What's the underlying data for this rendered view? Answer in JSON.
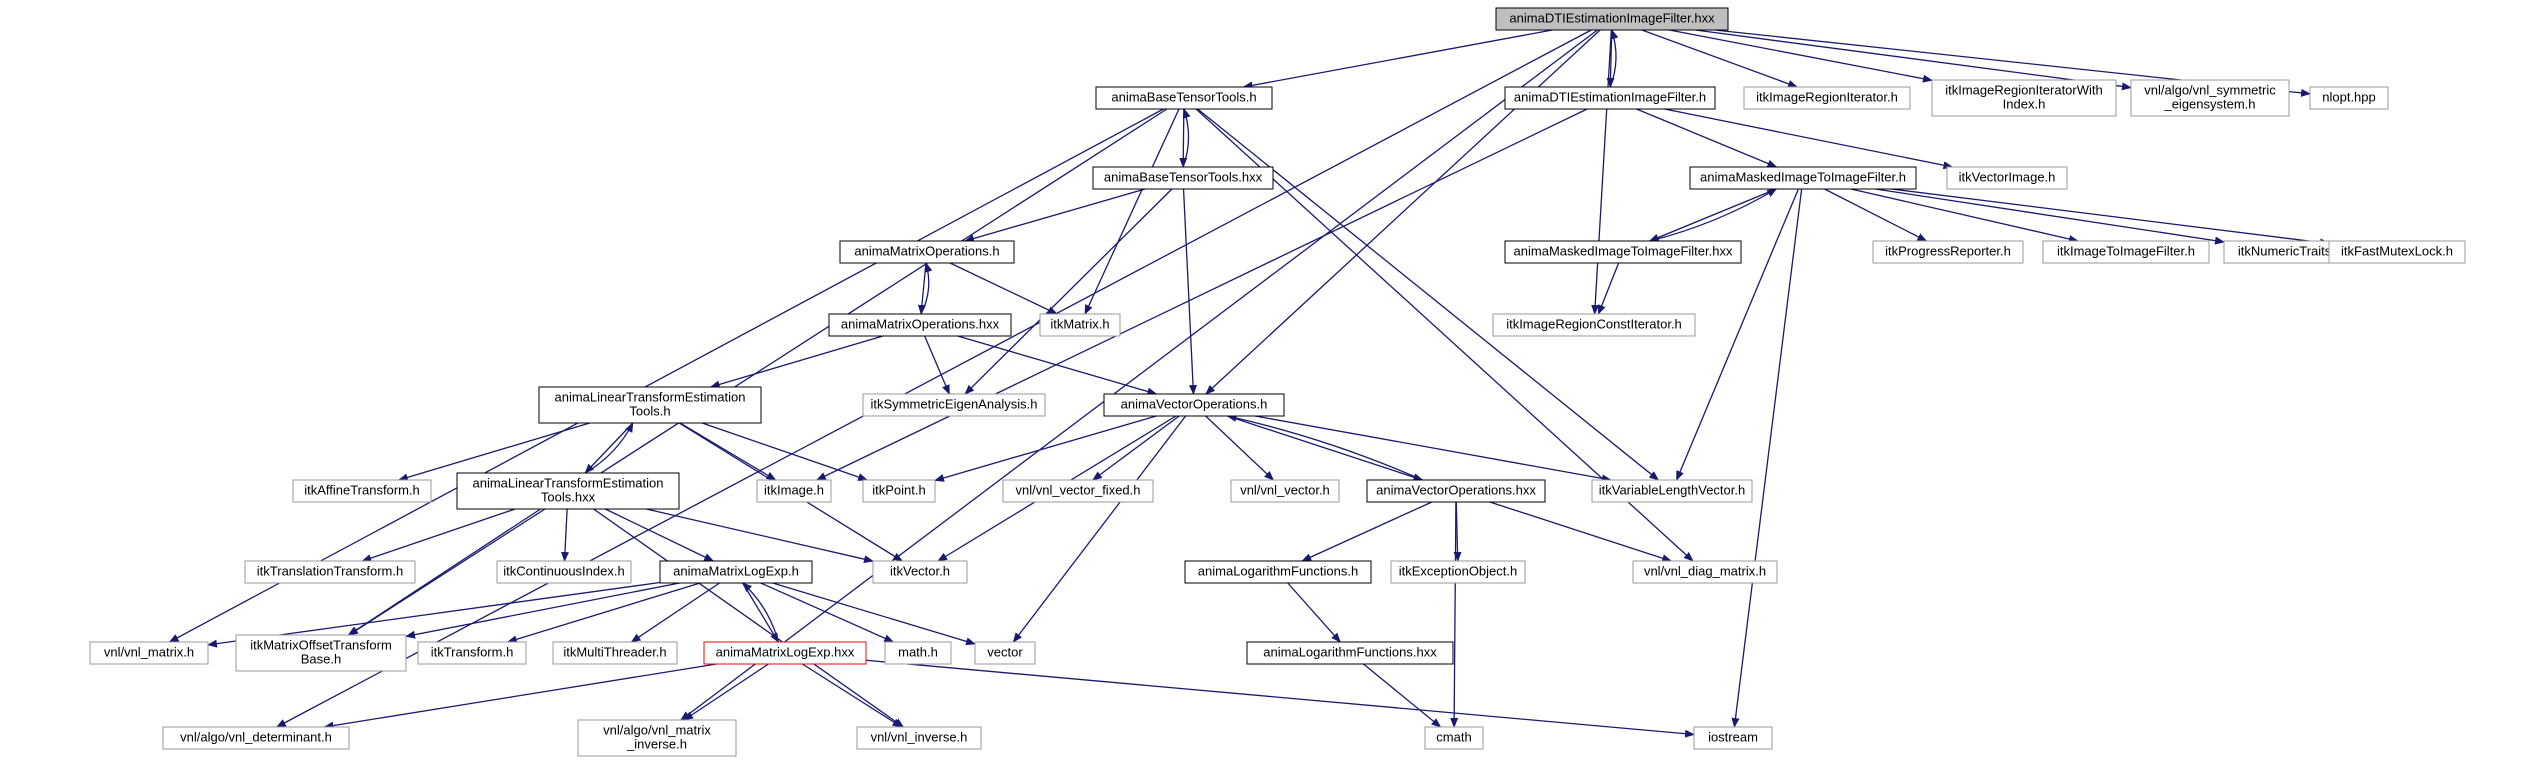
{
  "graph": {
    "nodes": [
      {
        "id": "root",
        "label": [
          "animaDTIEstimationImageFilter.hxx"
        ],
        "style": "current"
      },
      {
        "id": "btt_h",
        "label": [
          "animaBaseTensorTools.h"
        ],
        "style": "doc"
      },
      {
        "id": "dtief_h",
        "label": [
          "animaDTIEstimationImageFilter.h"
        ],
        "style": "doc"
      },
      {
        "id": "itkImageRegionIterator",
        "label": [
          "itkImageRegionIterator.h"
        ],
        "style": "ext"
      },
      {
        "id": "itkImageRegionIteratorWithIndex",
        "label": [
          "itkImageRegionIteratorWith",
          "Index.h"
        ],
        "style": "ext"
      },
      {
        "id": "vnl_symeig",
        "label": [
          "vnl/algo/vnl_symmetric",
          "_eigensystem.h"
        ],
        "style": "ext"
      },
      {
        "id": "nlopt",
        "label": [
          "nlopt.hpp"
        ],
        "style": "ext"
      },
      {
        "id": "btt_hxx",
        "label": [
          "animaBaseTensorTools.hxx"
        ],
        "style": "doc"
      },
      {
        "id": "mitif_h",
        "label": [
          "animaMaskedImageToImageFilter.h"
        ],
        "style": "doc"
      },
      {
        "id": "itkVectorImage",
        "label": [
          "itkVectorImage.h"
        ],
        "style": "ext"
      },
      {
        "id": "mo_h",
        "label": [
          "animaMatrixOperations.h"
        ],
        "style": "doc"
      },
      {
        "id": "mitif_hxx",
        "label": [
          "animaMaskedImageToImageFilter.hxx"
        ],
        "style": "doc"
      },
      {
        "id": "itkProgressReporter",
        "label": [
          "itkProgressReporter.h"
        ],
        "style": "ext"
      },
      {
        "id": "itkImageToImageFilter",
        "label": [
          "itkImageToImageFilter.h"
        ],
        "style": "ext"
      },
      {
        "id": "itkNumericTraits",
        "label": [
          "itkNumericTraits.h"
        ],
        "style": "ext"
      },
      {
        "id": "itkFastMutexLock",
        "label": [
          "itkFastMutexLock.h"
        ],
        "style": "ext"
      },
      {
        "id": "mo_hxx",
        "label": [
          "animaMatrixOperations.hxx"
        ],
        "style": "doc"
      },
      {
        "id": "itkMatrix",
        "label": [
          "itkMatrix.h"
        ],
        "style": "ext"
      },
      {
        "id": "itkImageRegionConstIterator",
        "label": [
          "itkImageRegionConstIterator.h"
        ],
        "style": "ext"
      },
      {
        "id": "ltet_h",
        "label": [
          "animaLinearTransformEstimation",
          "Tools.h"
        ],
        "style": "doc"
      },
      {
        "id": "itkSymEig",
        "label": [
          "itkSymmetricEigenAnalysis.h"
        ],
        "style": "ext"
      },
      {
        "id": "vo_h",
        "label": [
          "animaVectorOperations.h"
        ],
        "style": "doc"
      },
      {
        "id": "itkAffineTransform",
        "label": [
          "itkAffineTransform.h"
        ],
        "style": "ext"
      },
      {
        "id": "ltet_hxx",
        "label": [
          "animaLinearTransformEstimation",
          "Tools.hxx"
        ],
        "style": "doc"
      },
      {
        "id": "itkImage",
        "label": [
          "itkImage.h"
        ],
        "style": "ext"
      },
      {
        "id": "itkPoint",
        "label": [
          "itkPoint.h"
        ],
        "style": "ext"
      },
      {
        "id": "vnl_vector_fixed",
        "label": [
          "vnl/vnl_vector_fixed.h"
        ],
        "style": "ext"
      },
      {
        "id": "vnl_vector",
        "label": [
          "vnl/vnl_vector.h"
        ],
        "style": "ext"
      },
      {
        "id": "vo_hxx",
        "label": [
          "animaVectorOperations.hxx"
        ],
        "style": "doc"
      },
      {
        "id": "itkVLV",
        "label": [
          "itkVariableLengthVector.h"
        ],
        "style": "ext"
      },
      {
        "id": "itkTranslationTransform",
        "label": [
          "itkTranslationTransform.h"
        ],
        "style": "ext"
      },
      {
        "id": "itkContinuousIndex",
        "label": [
          "itkContinuousIndex.h"
        ],
        "style": "ext"
      },
      {
        "id": "mle_h",
        "label": [
          "animaMatrixLogExp.h"
        ],
        "style": "doc"
      },
      {
        "id": "itkVector",
        "label": [
          "itkVector.h"
        ],
        "style": "ext"
      },
      {
        "id": "lf_h",
        "label": [
          "animaLogarithmFunctions.h"
        ],
        "style": "doc"
      },
      {
        "id": "itkExceptionObject",
        "label": [
          "itkExceptionObject.h"
        ],
        "style": "ext"
      },
      {
        "id": "vnl_diag_matrix",
        "label": [
          "vnl/vnl_diag_matrix.h"
        ],
        "style": "ext"
      },
      {
        "id": "vnl_matrix",
        "label": [
          "vnl/vnl_matrix.h"
        ],
        "style": "ext"
      },
      {
        "id": "itkMOTB",
        "label": [
          "itkMatrixOffsetTransform",
          "Base.h"
        ],
        "style": "ext"
      },
      {
        "id": "itkTransform",
        "label": [
          "itkTransform.h"
        ],
        "style": "ext"
      },
      {
        "id": "itkMultiThreader",
        "label": [
          "itkMultiThreader.h"
        ],
        "style": "ext"
      },
      {
        "id": "mle_hxx",
        "label": [
          "animaMatrixLogExp.hxx"
        ],
        "style": "hl"
      },
      {
        "id": "math",
        "label": [
          "math.h"
        ],
        "style": "ext"
      },
      {
        "id": "vector",
        "label": [
          "vector"
        ],
        "style": "ext"
      },
      {
        "id": "lf_hxx",
        "label": [
          "animaLogarithmFunctions.hxx"
        ],
        "style": "doc"
      },
      {
        "id": "vnl_determinant",
        "label": [
          "vnl/algo/vnl_determinant.h"
        ],
        "style": "ext"
      },
      {
        "id": "vnl_matrix_inverse",
        "label": [
          "vnl/algo/vnl_matrix",
          "_inverse.h"
        ],
        "style": "ext"
      },
      {
        "id": "vnl_inverse",
        "label": [
          "vnl/vnl_inverse.h"
        ],
        "style": "ext"
      },
      {
        "id": "cmath",
        "label": [
          "cmath"
        ],
        "style": "ext"
      },
      {
        "id": "iostream",
        "label": [
          "iostream"
        ],
        "style": "ext"
      }
    ],
    "edges": [
      [
        "root",
        "btt_h"
      ],
      [
        "root",
        "dtief_h"
      ],
      [
        "root",
        "itkImageRegionIterator"
      ],
      [
        "root",
        "itkImageRegionIteratorWithIndex"
      ],
      [
        "root",
        "vnl_symeig"
      ],
      [
        "root",
        "nlopt"
      ],
      [
        "root",
        "vo_h"
      ],
      [
        "root",
        "itkImageRegionConstIterator"
      ],
      [
        "root",
        "vnl_determinant"
      ],
      [
        "root",
        "vnl_matrix_inverse"
      ],
      [
        "dtief_h",
        "root"
      ],
      [
        "dtief_h",
        "mitif_h"
      ],
      [
        "dtief_h",
        "itkVectorImage"
      ],
      [
        "dtief_h",
        "itkImage"
      ],
      [
        "btt_h",
        "btt_hxx"
      ],
      [
        "btt_hxx",
        "btt_h"
      ],
      [
        "btt_h",
        "itkMatrix"
      ],
      [
        "btt_h",
        "vnl_matrix"
      ],
      [
        "btt_h",
        "itkMOTB"
      ],
      [
        "btt_h",
        "itkVLV"
      ],
      [
        "btt_h",
        "vnl_diag_matrix"
      ],
      [
        "btt_hxx",
        "mo_h"
      ],
      [
        "btt_hxx",
        "vo_h"
      ],
      [
        "btt_hxx",
        "itkSymEig"
      ],
      [
        "mitif_h",
        "mitif_hxx"
      ],
      [
        "mitif_hxx",
        "mitif_h"
      ],
      [
        "mitif_h",
        "itkProgressReporter"
      ],
      [
        "mitif_h",
        "itkImageToImageFilter"
      ],
      [
        "mitif_h",
        "itkNumericTraits"
      ],
      [
        "mitif_h",
        "itkFastMutexLock"
      ],
      [
        "mitif_h",
        "itkVLV"
      ],
      [
        "mitif_h",
        "iostream"
      ],
      [
        "mitif_hxx",
        "itkImageRegionConstIterator"
      ],
      [
        "mo_h",
        "mo_hxx"
      ],
      [
        "mo_hxx",
        "mo_h"
      ],
      [
        "mo_h",
        "itkMatrix"
      ],
      [
        "mo_hxx",
        "ltet_h"
      ],
      [
        "mo_hxx",
        "itkSymEig"
      ],
      [
        "mo_hxx",
        "vo_h"
      ],
      [
        "ltet_h",
        "ltet_hxx"
      ],
      [
        "ltet_hxx",
        "ltet_h"
      ],
      [
        "ltet_h",
        "itkAffineTransform"
      ],
      [
        "ltet_h",
        "itkImage"
      ],
      [
        "ltet_h",
        "itkPoint"
      ],
      [
        "ltet_h",
        "itkVector"
      ],
      [
        "ltet_hxx",
        "itkTranslationTransform"
      ],
      [
        "ltet_hxx",
        "itkContinuousIndex"
      ],
      [
        "ltet_hxx",
        "mle_h"
      ],
      [
        "ltet_hxx",
        "itkVector"
      ],
      [
        "ltet_hxx",
        "itkMOTB"
      ],
      [
        "ltet_hxx",
        "vnl_inverse"
      ],
      [
        "vo_h",
        "vo_hxx"
      ],
      [
        "vo_hxx",
        "vo_h"
      ],
      [
        "vo_h",
        "itkPoint"
      ],
      [
        "vo_h",
        "vnl_vector_fixed"
      ],
      [
        "vo_h",
        "vnl_vector"
      ],
      [
        "vo_h",
        "itkVLV"
      ],
      [
        "vo_h",
        "itkVector"
      ],
      [
        "vo_h",
        "vector"
      ],
      [
        "vo_hxx",
        "lf_h"
      ],
      [
        "vo_hxx",
        "itkExceptionObject"
      ],
      [
        "vo_hxx",
        "vnl_diag_matrix"
      ],
      [
        "vo_hxx",
        "cmath"
      ],
      [
        "lf_h",
        "lf_hxx"
      ],
      [
        "lf_hxx",
        "cmath"
      ],
      [
        "mle_h",
        "mle_hxx"
      ],
      [
        "mle_hxx",
        "mle_h"
      ],
      [
        "mle_h",
        "vnl_matrix"
      ],
      [
        "mle_h",
        "itkMOTB"
      ],
      [
        "mle_h",
        "itkTransform"
      ],
      [
        "mle_h",
        "itkMultiThreader"
      ],
      [
        "mle_h",
        "math"
      ],
      [
        "mle_h",
        "vector"
      ],
      [
        "mle_hxx",
        "vnl_determinant"
      ],
      [
        "mle_hxx",
        "vnl_matrix_inverse"
      ],
      [
        "mle_hxx",
        "vnl_inverse"
      ],
      [
        "mle_hxx",
        "iostream"
      ]
    ]
  }
}
